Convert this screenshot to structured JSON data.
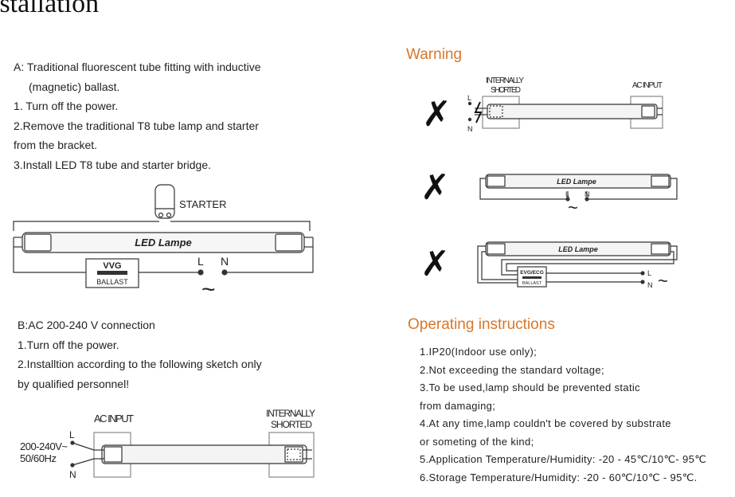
{
  "page_title": "istallation",
  "section_a": {
    "lines": [
      "A: Traditional fluorescent tube fitting with inductive",
      "(magnetic) ballast.",
      "1. Turn off the power.",
      "2.Remove the traditional T8 tube lamp and starter",
      "from the bracket.",
      "3.Install LED T8 tube and starter bridge."
    ]
  },
  "diagram_a": {
    "starter_label": "STARTER",
    "tube_label": "LED Lampe",
    "ballast_title": "VVG",
    "ballast_label": "BALLAST",
    "l_label": "L",
    "n_label": "N",
    "ac_symbol": "~"
  },
  "section_b": {
    "lines": [
      "B:AC 200-240 V connection",
      "1.Turn off the power.",
      "2.Installtion according to the following sketch only",
      "by qualified personnel!"
    ]
  },
  "diagram_b": {
    "ac_input_label": "AC INPUT",
    "shorted_line1": "INTERNALLY",
    "shorted_line2": "SHORTED",
    "voltage": "200-240V~",
    "frequency": "50/60Hz",
    "l_label": "L",
    "n_label": "N"
  },
  "warning": {
    "heading": "Warning",
    "cross_symbol": "✗",
    "diagram1": {
      "shorted_line1": "INTERNALLY",
      "shorted_line2": "SHORTED",
      "ac_input_label": "AC INPUT",
      "l_label": "L",
      "n_label": "N"
    },
    "diagram2": {
      "tube_label": "LED Lampe",
      "l_label": "L",
      "n_label": "N",
      "ac_symbol": "~"
    },
    "diagram3": {
      "tube_label": "LED Lampe",
      "ballast_title": "EVG/ECG",
      "ballast_label": "BALLAST",
      "l_label": "L",
      "n_label": "N",
      "ac_symbol": "~"
    }
  },
  "operating": {
    "heading": "Operating instructions",
    "lines": [
      "1.IP20(Indoor use only);",
      "2.Not exceeding the standard voltage;",
      "3.To be used,lamp should be prevented static",
      "from damaging;",
      "4.At any time,lamp couldn't be covered by substrate",
      "or someting of the kind;",
      "5.Application Temperature/Humidity: -20 - 45℃/10℃- 95℃",
      "6.Storage Temperature/Humidity: -20 - 60℃/10℃ - 95℃."
    ]
  }
}
